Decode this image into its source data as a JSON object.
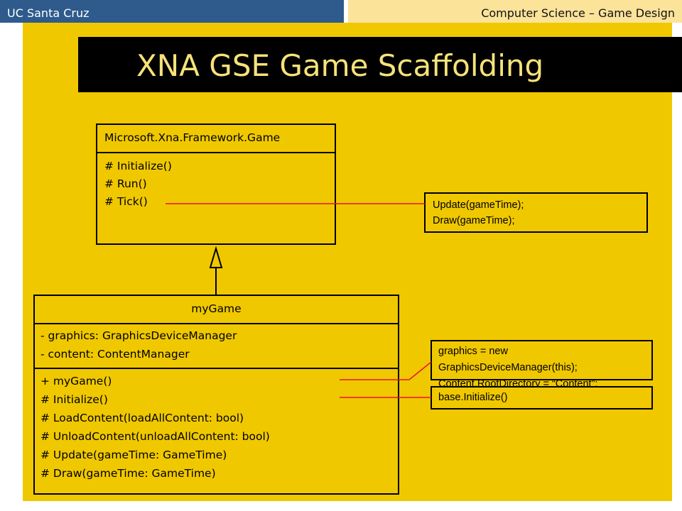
{
  "header": {
    "left": "UC Santa Cruz",
    "right": "Computer Science – Game Design"
  },
  "slide": {
    "title": "XNA GSE Game Scaffolding"
  },
  "base_class": {
    "name": "Microsoft.Xna.Framework.Game",
    "methods": [
      "# Initialize()",
      "# Run()",
      "# Tick()"
    ]
  },
  "derived_class": {
    "name": "myGame",
    "fields": [
      "- graphics: GraphicsDeviceManager",
      "- content: ContentManager"
    ],
    "methods": [
      "+ myGame()",
      "# Initialize()",
      "# LoadContent(loadAllContent:  bool)",
      "# UnloadContent(unloadAllContent:  bool)",
      "# Update(gameTime:  GameTime)",
      "# Draw(gameTime:  GameTime)"
    ]
  },
  "notes": {
    "tick_note": [
      "Update(gameTime);",
      "Draw(gameTime);"
    ],
    "constructor_note": [
      "graphics = new",
      "GraphicsDeviceManager(this);",
      "Content.RootDirectory = “Content”;"
    ],
    "initialize_note": "base.Initialize()"
  },
  "colors": {
    "slide_background": "#f0c800",
    "header_left": "#2e5a8c",
    "header_right": "#fce39a",
    "title_text": "#f6e27a",
    "connector": "#e8122a"
  }
}
